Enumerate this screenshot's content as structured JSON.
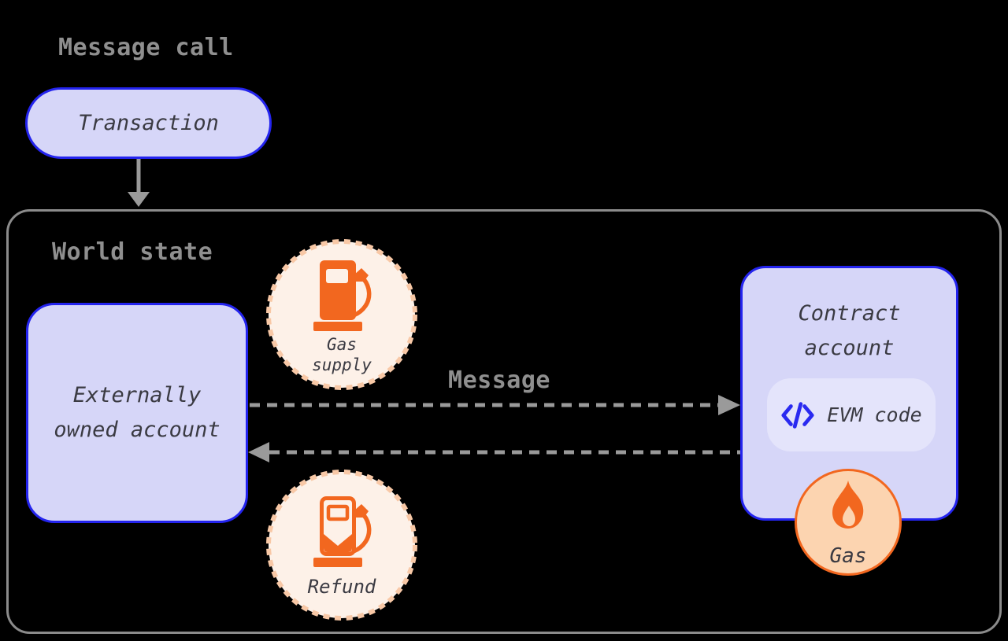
{
  "title": "Message call",
  "transaction": {
    "label": "Transaction"
  },
  "world_state": {
    "label": "World state"
  },
  "externally_owned_account": {
    "line1": "Externally",
    "line2": "owned account"
  },
  "gas_supply": {
    "line1": "Gas",
    "line2": "supply",
    "icon": "gas-pump-icon"
  },
  "message": {
    "label": "Message"
  },
  "contract_account": {
    "line1": "Contract",
    "line2": "account"
  },
  "evm_code": {
    "label": "EVM code",
    "icon": "code-icon"
  },
  "gas_badge": {
    "label": "Gas",
    "icon": "flame-icon"
  },
  "refund": {
    "label": "Refund",
    "icon": "gas-pump-outline-icon"
  },
  "colors": {
    "background": "#000000",
    "node_fill": "#d6d6f8",
    "node_border": "#2424ee",
    "pill_fill": "#e4e4fb",
    "accent_blue": "#2a2af0",
    "accent_orange": "#f2671f",
    "badge_fill": "#fdf1e8",
    "badge_dash": "#f8c8a6",
    "gas_circle_fill": "#fcd4b0",
    "muted_text": "#8f8f8f",
    "dark_text": "#3a3a42",
    "arrow_gray": "#9a9a9a",
    "container_border": "#8b8b8b"
  }
}
